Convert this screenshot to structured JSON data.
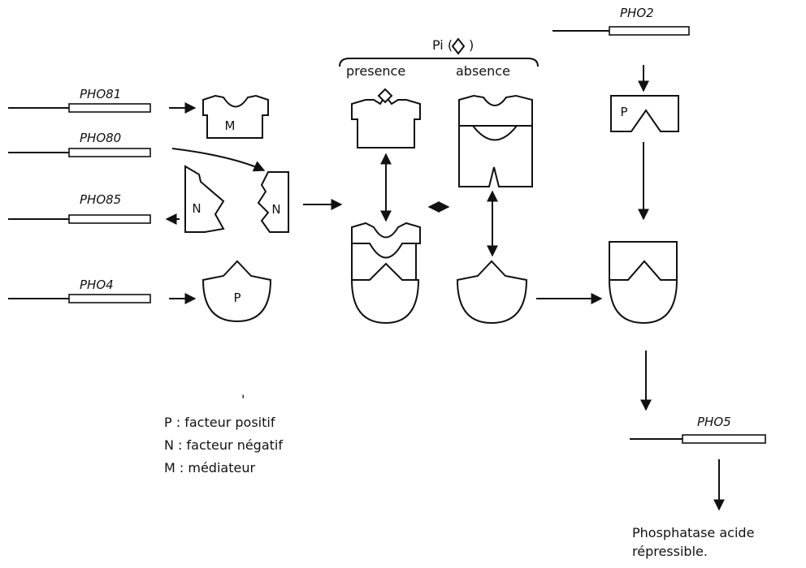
{
  "genes": {
    "pho81": "PHO81",
    "pho80": "PHO80",
    "pho85": "PHO85",
    "pho4": "PHO4",
    "pho2": "PHO2",
    "pho5": "PHO5"
  },
  "shapes": {
    "mediator_letter": "M",
    "negative_letter_left": "N",
    "negative_letter_right": "N",
    "positive_letter_pho4": "P",
    "positive_letter_pho2": "P"
  },
  "pi_header": {
    "title": "Pi (",
    "title_close": ")",
    "presence": "presence",
    "absence": "absence"
  },
  "legend": {
    "p": "P :  facteur positif",
    "n": "N :  facteur négatif",
    "m": "M :  médiateur",
    "tick": "'"
  },
  "output": {
    "line1": "Phosphatase acide",
    "line2": "répressible."
  }
}
